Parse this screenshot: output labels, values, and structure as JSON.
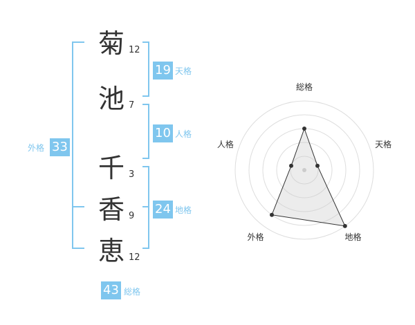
{
  "name_chars": [
    {
      "char": "菊",
      "strokes": "12"
    },
    {
      "char": "池",
      "strokes": "7"
    },
    {
      "char": "千",
      "strokes": "3"
    },
    {
      "char": "香",
      "strokes": "9"
    },
    {
      "char": "恵",
      "strokes": "12"
    }
  ],
  "fortunes": {
    "tenkaku": {
      "value": "19",
      "label": "天格"
    },
    "jinkaku": {
      "value": "10",
      "label": "人格"
    },
    "chikaku": {
      "value": "24",
      "label": "地格"
    },
    "gaikaku": {
      "value": "33",
      "label": "外格"
    },
    "soukaku": {
      "value": "43",
      "label": "総格"
    }
  },
  "colors": {
    "accent": "#7fc6ee",
    "text": "#333333"
  },
  "chart_data": {
    "type": "radar",
    "axes": [
      "総格",
      "天格",
      "地格",
      "外格",
      "人格"
    ],
    "values": [
      3,
      1,
      5,
      4,
      1
    ],
    "range": [
      0,
      5
    ],
    "rings": 5
  }
}
